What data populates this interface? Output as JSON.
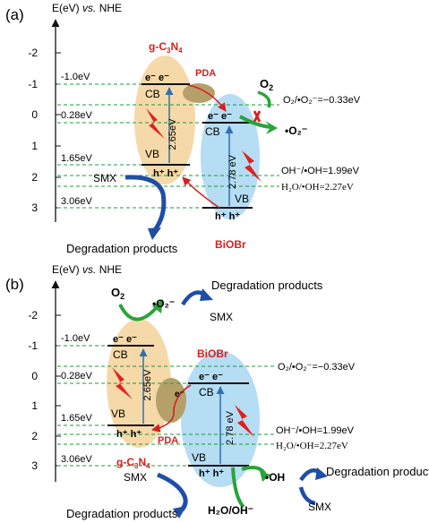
{
  "panel_a": {
    "label": "(a)",
    "axis_title": "E(eV)",
    "axis_title_vs": "vs.",
    "axis_title_ref": "NHE",
    "ticks": [
      "-2",
      "-1",
      "0",
      "1",
      "2",
      "3"
    ],
    "gcn_name": "g-C",
    "gcn_sub1": "3",
    "gcn_mid": "N",
    "gcn_sub2": "4",
    "pda": "PDA",
    "biobr": "BiOBr",
    "cb": "CB",
    "vb": "VB",
    "electrons": "e⁻  e⁻",
    "holes": "h⁺  h⁺",
    "gap_gcn": "2.65eV",
    "gap_biobr": "2.78 eV",
    "level_cb_gcn": "-1.0eV",
    "level_cb_biobr": "0.28eV",
    "level_vb_gcn": "1.65eV",
    "level_vb_biobr": "3.06eV",
    "o2": "O",
    "o2_sub": "2",
    "superoxide": "•O₂⁻",
    "o2_couple": "O₂/•O₂⁻=−0.33eV",
    "oh_couple1": "OH⁻/•OH=1.99eV",
    "oh_couple2": "H₂O/•OH=2.27eV",
    "smx": "SMX",
    "degradation": "Degradation products"
  },
  "panel_b": {
    "label": "(b)",
    "axis_title": "E(eV)",
    "axis_title_vs": "vs.",
    "axis_title_ref": "NHE",
    "ticks": [
      "-2",
      "-1",
      "0",
      "1",
      "2",
      "3"
    ],
    "gcn_name": "g-C",
    "gcn_sub1": "3",
    "gcn_mid": "N",
    "gcn_sub2": "4",
    "pda": "PDA",
    "biobr": "BiOBr",
    "cb": "CB",
    "vb": "VB",
    "electrons": "e⁻  e⁻",
    "holes": "h⁺  h⁺",
    "gap_gcn": "2.65eV",
    "gap_biobr": "2.78 eV",
    "level_cb_gcn": "-1.0eV",
    "level_cb_biobr": "0.28eV",
    "level_vb_gcn": "1.65eV",
    "level_vb_biobr": "3.06eV",
    "o2": "O",
    "o2_sub": "2",
    "superoxide": "•O₂⁻",
    "hydroxyl": "•OH",
    "h2o_oh": "H₂O/OH⁻",
    "o2_couple": "O₂/•O₂⁻=−0.33eV",
    "oh_couple1": "OH⁻/•OH=1.99eV",
    "oh_couple2": "H₂O/•OH=2.27eV",
    "smx": "SMX",
    "degradation": "Degradation products"
  },
  "colors": {
    "gcn_fill": "#f6d9a8",
    "biobr_fill": "#b5ddf3",
    "pda_fill": "#b5a06a",
    "guide": "#1e9b3a",
    "band_arrow": "#2f6fb5",
    "transfer_arrow": "#d62020",
    "red_label": "#d62020",
    "green_arrow": "#2aa43a",
    "blue_arrow": "#1f4ea6"
  }
}
